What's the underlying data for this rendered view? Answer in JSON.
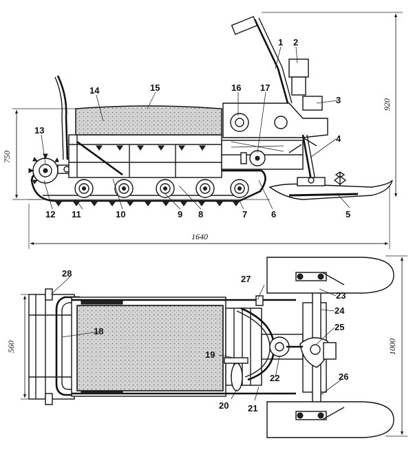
{
  "dimensions": {
    "side_overall_length": "1640",
    "side_height_left": "750",
    "side_height_right": "920",
    "top_width_left": "560",
    "top_width_right": "1000"
  },
  "callouts": {
    "c1": "1",
    "c2": "2",
    "c3": "3",
    "c4": "4",
    "c5": "5",
    "c6": "6",
    "c7": "7",
    "c8": "8",
    "c9": "9",
    "c10": "10",
    "c11": "11",
    "c12": "12",
    "c13": "13",
    "c14": "14",
    "c15": "15",
    "c16": "16",
    "c17": "17",
    "c18": "18",
    "c19": "19",
    "c20": "20",
    "c21": "21",
    "c22": "22",
    "c23": "23",
    "c24": "24",
    "c25": "25",
    "c26": "26",
    "c27": "27",
    "c28": "28"
  }
}
